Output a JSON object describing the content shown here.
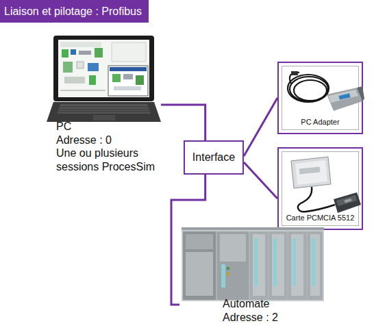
{
  "diagram": {
    "title": "Liaison et pilotage : Profibus",
    "nodes": [
      {
        "text": [
          "PC",
          "Adresse : 0",
          "Une ou plusieurs sessions ProcesSim"
        ]
      },
      {
        "text": [
          "PC Adapter"
        ]
      },
      {
        "text": [
          "Interface"
        ]
      },
      {
        "text": [
          "Carte PCMCIA 5512"
        ]
      },
      {
        "text": [
          "Automate",
          "Adresse : 2"
        ]
      }
    ],
    "edges": [
      {
        "from": 0,
        "to": 2,
        "arrow": "none"
      },
      {
        "from": 2,
        "to": 1,
        "arrow": "none"
      },
      {
        "from": 2,
        "to": 3,
        "arrow": "none"
      },
      {
        "from": 2,
        "to": 4,
        "arrow": "none"
      }
    ]
  }
}
